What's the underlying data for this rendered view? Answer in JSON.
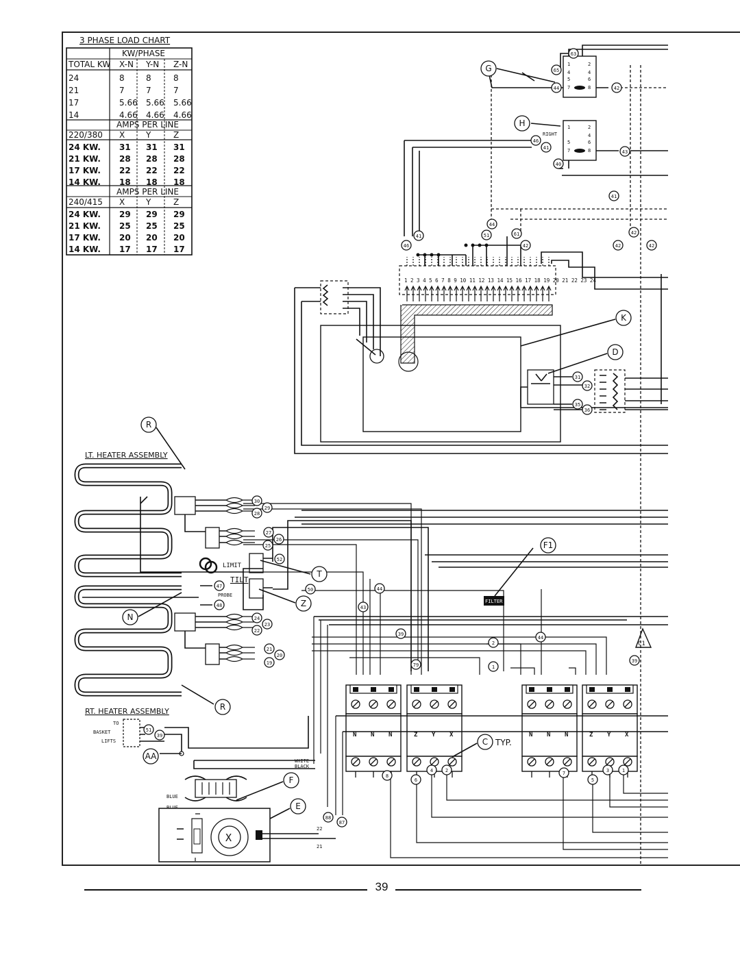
{
  "load_chart": {
    "title": "3 PHASE LOAD CHART",
    "kw_phase_header": "KW/PHASE",
    "columns": [
      "TOTAL KW",
      "X-N",
      "Y-N",
      "Z-N"
    ],
    "kw_rows": [
      [
        "24",
        "8",
        "8",
        "8"
      ],
      [
        "21",
        "7",
        "7",
        "7"
      ],
      [
        "17",
        "5.66",
        "5.66",
        "5.66"
      ],
      [
        "14",
        "4.66",
        "4.66",
        "4.66"
      ]
    ],
    "amps_header_1": "AMPS PER LINE",
    "voltage_1": [
      "220/380",
      "X",
      "Y",
      "Z"
    ],
    "amps_rows_1": [
      [
        "24 KW.",
        "31",
        "31",
        "31"
      ],
      [
        "21 KW.",
        "28",
        "28",
        "28"
      ],
      [
        "17 KW.",
        "22",
        "22",
        "22"
      ],
      [
        "14 KW.",
        "18",
        "18",
        "18"
      ]
    ],
    "amps_header_2": "AMPS PER LINE",
    "voltage_2": [
      "240/415",
      "X",
      "Y",
      "Z"
    ],
    "amps_rows_2": [
      [
        "24 KW.",
        "29",
        "29",
        "29"
      ],
      [
        "21 KW.",
        "25",
        "25",
        "25"
      ],
      [
        "17 KW.",
        "20",
        "20",
        "20"
      ],
      [
        "14 KW.",
        "17",
        "17",
        "17"
      ]
    ]
  },
  "labels": {
    "lt_heater": "LT. HEATER ASSEMBLY",
    "rt_heater": "RT. HEATER ASSEMBLY",
    "limit": "LIMIT",
    "tilt": "TILT",
    "probe": "PROBE",
    "filter": "FILTER",
    "typ": "TYP.",
    "right": "RIGHT",
    "basket_to": "TO",
    "basket": "BASKET",
    "lifts": "LIFTS",
    "white": "WHITE",
    "black": "BLACK",
    "blue": "BLUE",
    "terminal_strip": "1 2 3 4 5 6 7 8 9 10 11 12 13 14 15 16 17 18 19 20 21 22 23 24",
    "phase_n": "N",
    "phase_z": "Z",
    "phase_y": "Y",
    "phase_x": "X",
    "x_mark": "X"
  },
  "callouts": {
    "G": "G",
    "H": "H",
    "K": "K",
    "D": "D",
    "R1": "R",
    "R2": "R",
    "T": "T",
    "Z": "Z",
    "N": "N",
    "F1": "F1",
    "C1": "C1",
    "C": "C",
    "F": "F",
    "E": "E",
    "AA": "AA"
  },
  "wires": {
    "w63": "63",
    "w65": "65",
    "w44a": "44",
    "w42a": "42",
    "w46a": "46",
    "w41a": "41",
    "w43a": "43",
    "w40": "40",
    "w41b": "41",
    "w44b": "44",
    "w51a": "51",
    "w61": "61",
    "w41c": "41",
    "w46b": "46",
    "w42b": "42",
    "w42c": "42",
    "w42d": "42",
    "w42e": "42",
    "w31": "31",
    "w32": "32",
    "w35": "35",
    "w36": "36",
    "w30": "30",
    "w29": "29",
    "w28": "28",
    "w27": "27",
    "w26": "26",
    "w25": "25",
    "w52": "52",
    "w47": "47",
    "w50": "50",
    "w48": "48",
    "w44c": "44",
    "w43b": "43",
    "w24": "24",
    "w23": "23",
    "w22": "22",
    "w21": "21",
    "w20": "20",
    "w19": "19",
    "w39a": "39",
    "w79": "79",
    "w44d": "44",
    "w39b": "39",
    "w2a": "2",
    "w1a": "1",
    "w51b": "51",
    "w39c": "39",
    "w6": "6",
    "w4": "4",
    "w2b": "2",
    "w5": "5",
    "w3": "3",
    "w1b": "1",
    "w8": "8",
    "w7": "7",
    "w88": "88",
    "w87": "87",
    "w22b": "22",
    "w21b": "21"
  },
  "page_number": "39"
}
